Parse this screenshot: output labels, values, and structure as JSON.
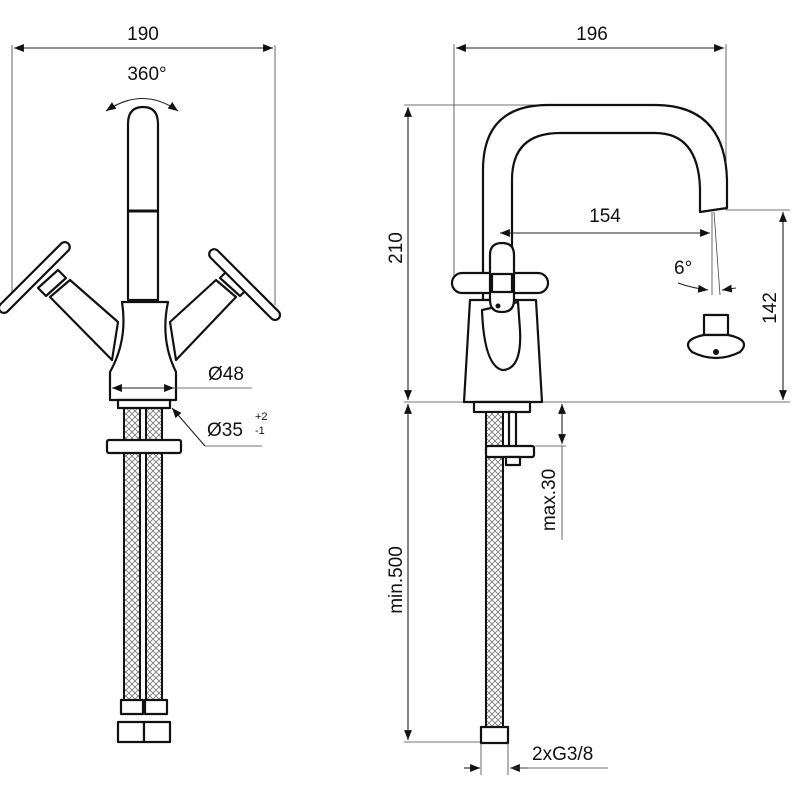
{
  "front_view": {
    "width_label": "190",
    "rotation_label": "360°",
    "base_diameter_label": "Ø48",
    "hole_diameter_label": "Ø35",
    "hole_tolerance_upper": "+2",
    "hole_tolerance_lower": "-1"
  },
  "side_view": {
    "width_label": "196",
    "height_label": "210",
    "reach_label": "154",
    "angle_label": "6°",
    "spout_height_label": "142",
    "max_thickness_label": "max.30",
    "hose_length_label": "min.500",
    "connection_label": "2xG3/8"
  }
}
